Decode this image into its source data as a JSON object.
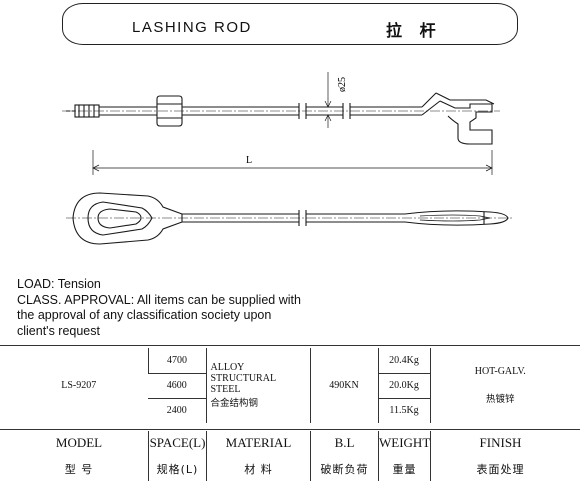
{
  "banner": {
    "title": "LASHING ROD",
    "title_cn": "拉 杆"
  },
  "drawing": {
    "diameter_label": "ø25",
    "length_label": "L"
  },
  "notes": {
    "load": "LOAD: Tension",
    "approval_line1": "CLASS. APPROVAL: All items can be supplied with",
    "approval_line2": "the approval of any classification society upon",
    "approval_line3": "client's request"
  },
  "spec": {
    "model": "LS-9207",
    "spaces": [
      "4700",
      "4600",
      "2400"
    ],
    "material_line1": "ALLOY STRUCTURAL",
    "material_line2": "STEEL",
    "material_cn": "合金结构钢",
    "breaking_load": "490KN",
    "weights": [
      "20.4Kg",
      "20.0Kg",
      "11.5Kg"
    ],
    "finish": "HOT-GALV.",
    "finish_cn": "热镀锌"
  },
  "header": {
    "model": "MODEL",
    "model_cn": "型 号",
    "space": "SPACE(L)",
    "space_cn": "规格(L)",
    "material": "MATERIAL",
    "material_cn": "材 料",
    "bl": "B.L",
    "bl_cn": "破断负荷",
    "weight": "WEIGHT",
    "weight_cn": "重量",
    "finish": "FINISH",
    "finish_cn": "表面处理"
  }
}
